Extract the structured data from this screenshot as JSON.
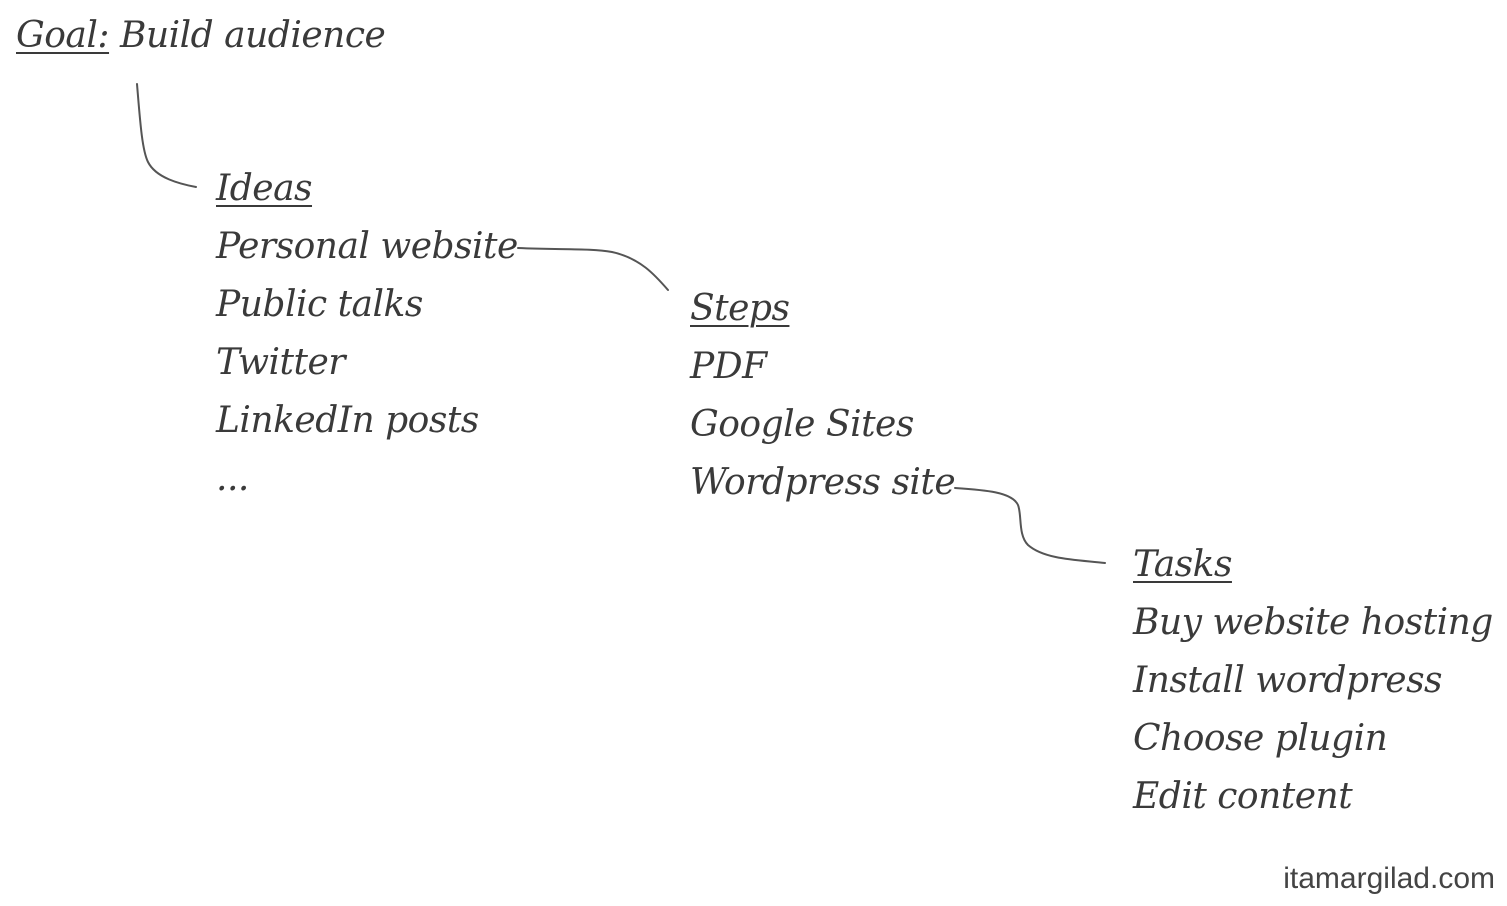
{
  "goal": {
    "label": "Goal:",
    "text": "Build audience"
  },
  "ideas": {
    "heading": "Ideas",
    "items": [
      "Personal website",
      "Public talks",
      "Twitter",
      "LinkedIn posts",
      "..."
    ]
  },
  "steps": {
    "heading": "Steps",
    "items": [
      "PDF",
      "Google Sites",
      "Wordpress site"
    ]
  },
  "tasks": {
    "heading": "Tasks",
    "items": [
      "Buy website hosting",
      "Install wordpress",
      "Choose plugin",
      "Edit content"
    ]
  },
  "watermark": "itamargilad.com",
  "colors": {
    "text": "#3a3a3a",
    "line": "#555555",
    "background": "#ffffff"
  }
}
